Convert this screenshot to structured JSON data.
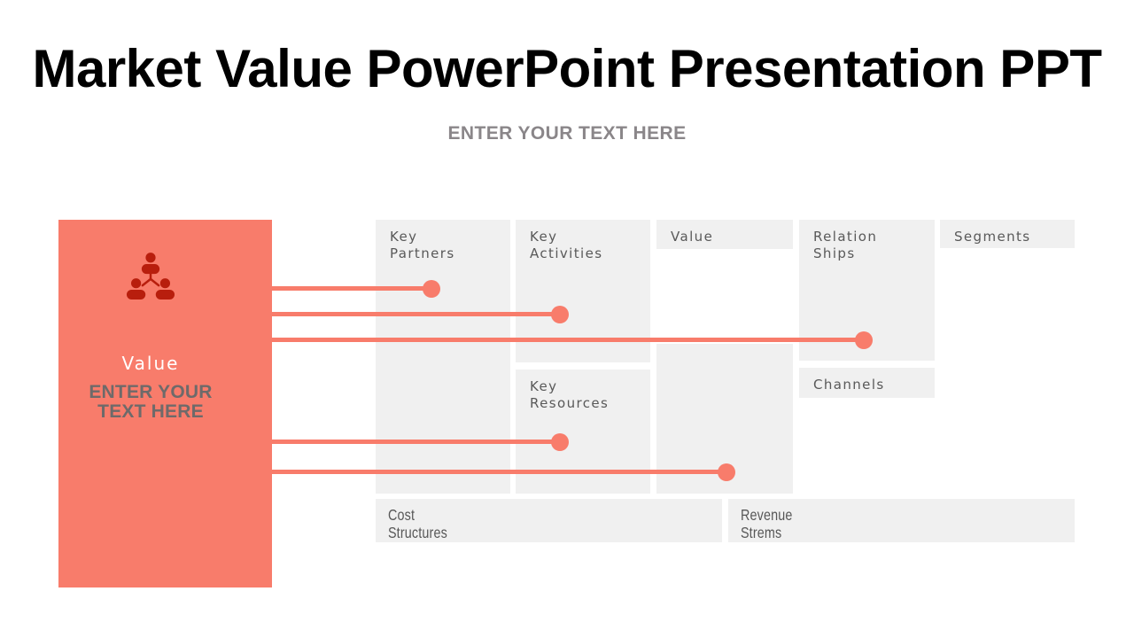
{
  "slide": {
    "title": "Market Value PowerPoint Presentation PPT",
    "subtitle_placeholder": "ENTER YOUR TEXT HERE"
  },
  "value_card": {
    "icon": "team-hierarchy-icon",
    "heading": "Value",
    "text_placeholder": "ENTER YOUR\nTEXT HERE"
  },
  "canvas": {
    "boxes": [
      {
        "id": "key-partners",
        "label": "Key\nPartners"
      },
      {
        "id": "key-activities",
        "label": "Key\nActivities"
      },
      {
        "id": "value",
        "label": "Value"
      },
      {
        "id": "value-body",
        "label": ""
      },
      {
        "id": "relation-ships",
        "label": "Relation\nShips"
      },
      {
        "id": "channels",
        "label": "Channels"
      },
      {
        "id": "segments",
        "label": "Segments"
      },
      {
        "id": "key-resources",
        "label": "Key\nResources"
      },
      {
        "id": "cost-structures",
        "label": "Cost\nStructures"
      },
      {
        "id": "revenue-strems",
        "label": "Revenue\nStrems"
      }
    ]
  },
  "colors": {
    "accent_salmon": "#F87C6B",
    "icon_dark_red": "#B81E0D",
    "box_gray": "#F0F0F0",
    "label_gray": "#595959",
    "subtitle_gray": "#8A8689",
    "card_text_gray": "#6E6A6A",
    "title_black": "#000000"
  }
}
